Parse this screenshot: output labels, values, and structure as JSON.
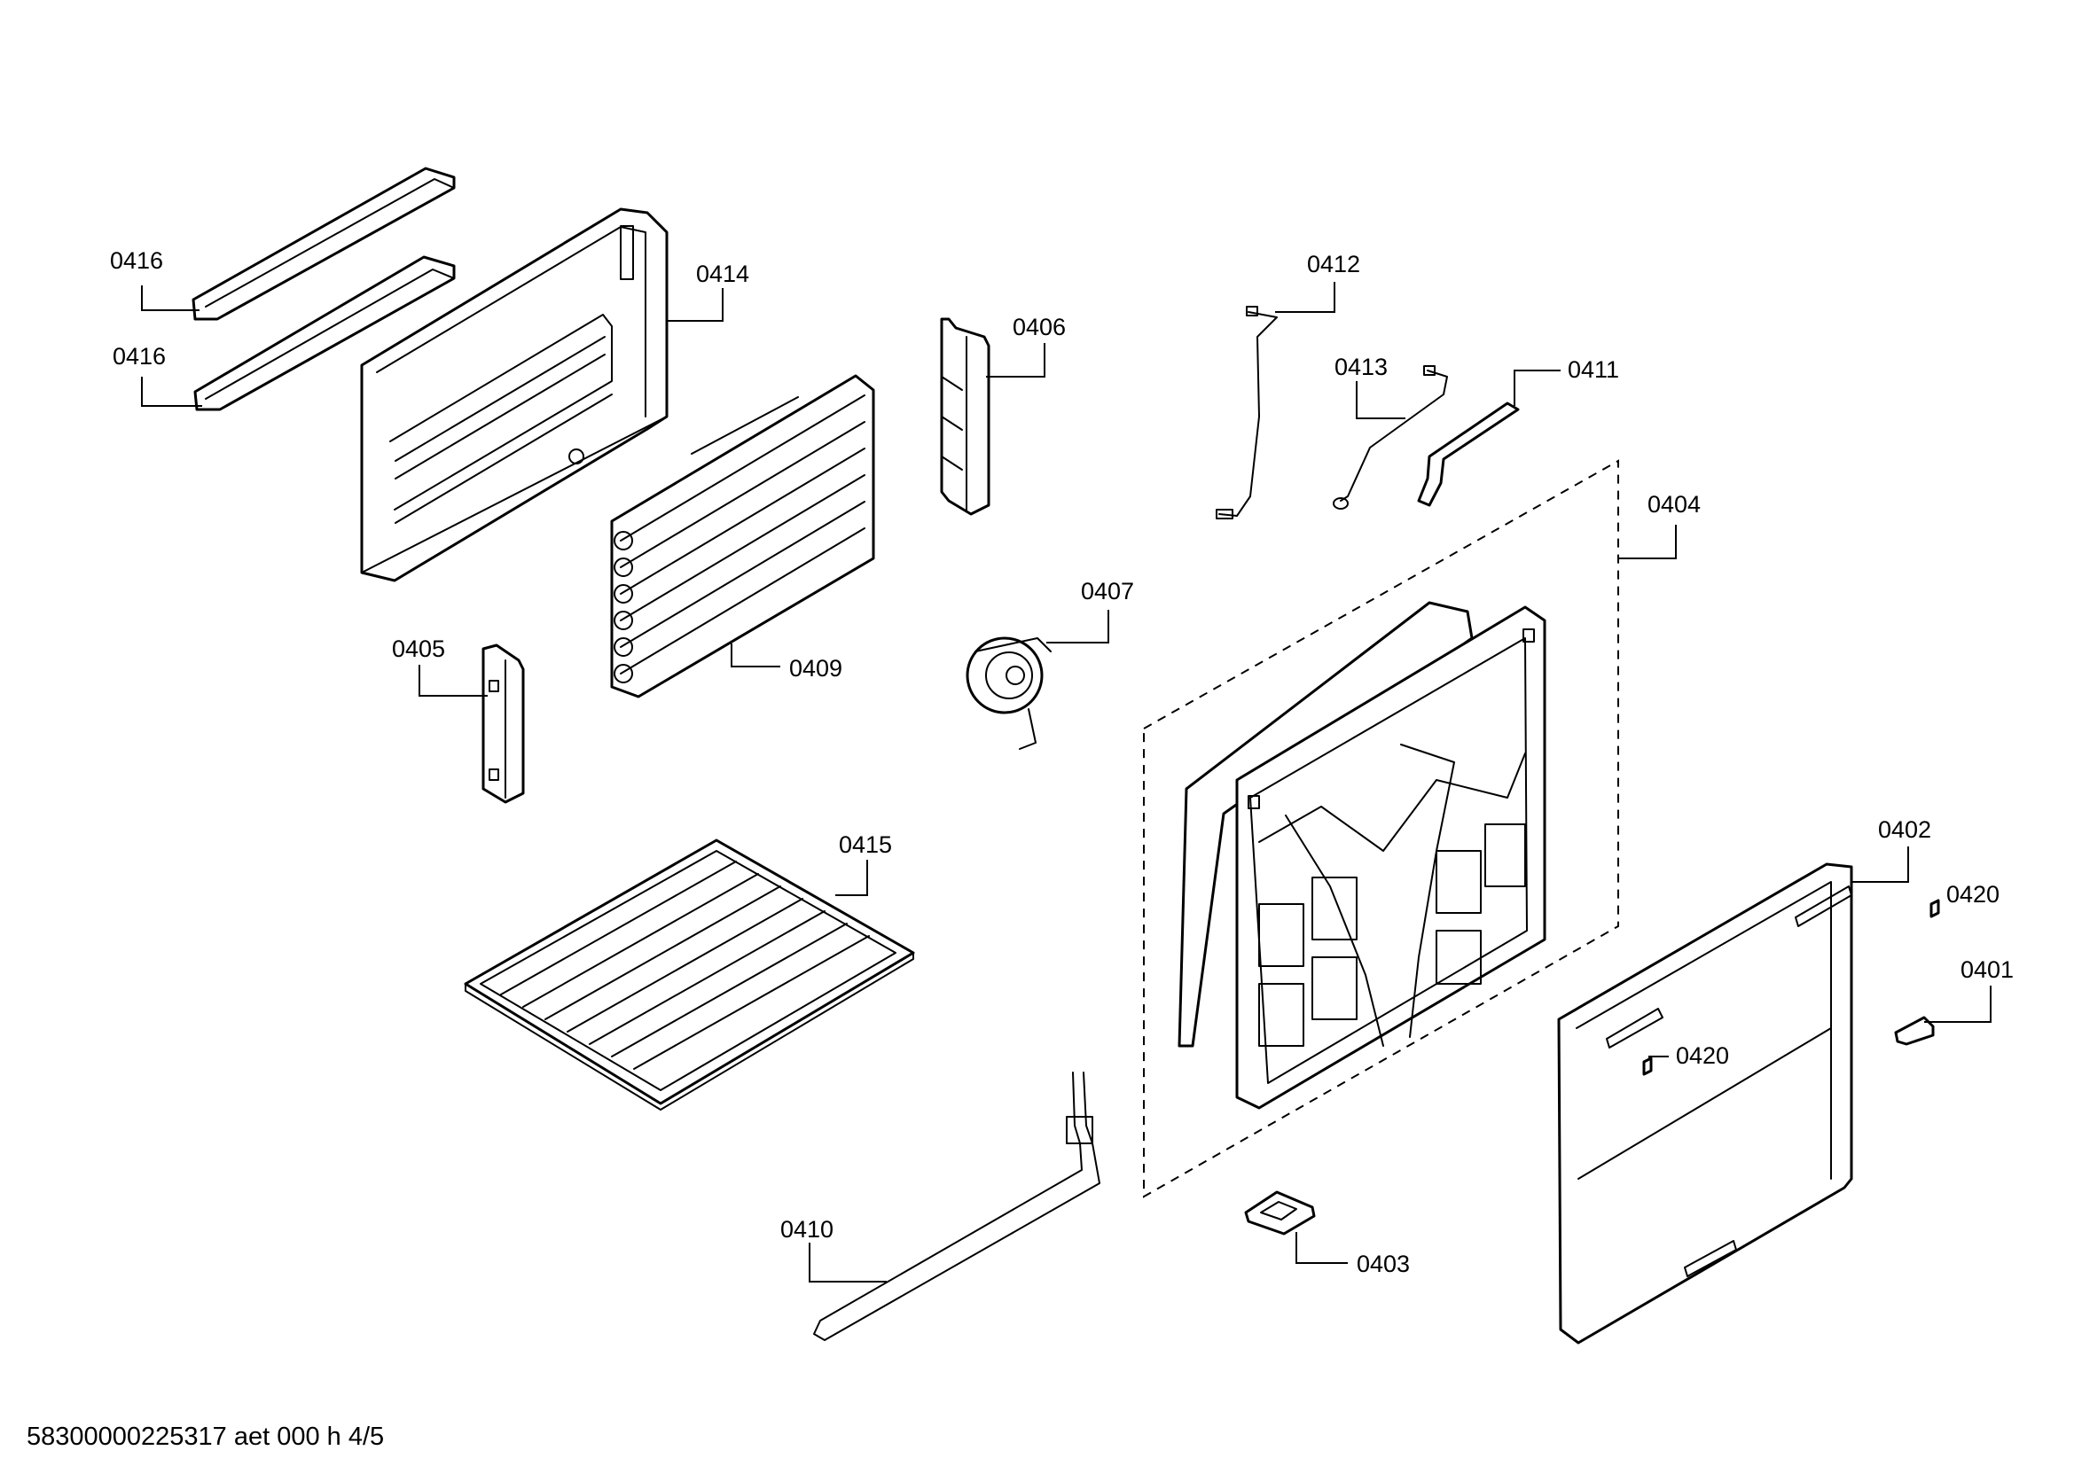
{
  "labels": {
    "p0416a": "0416",
    "p0416b": "0416",
    "p0414": "0414",
    "p0406": "0406",
    "p0412": "0412",
    "p0413": "0413",
    "p0411": "0411",
    "p0404": "0404",
    "p0407": "0407",
    "p0405": "0405",
    "p0409": "0409",
    "p0415": "0415",
    "p0402": "0402",
    "p0420a": "0420",
    "p0401": "0401",
    "p0420b": "0420",
    "p0410": "0410",
    "p0403": "0403"
  },
  "footer": "58300000225317 aet 000 h 4/5"
}
